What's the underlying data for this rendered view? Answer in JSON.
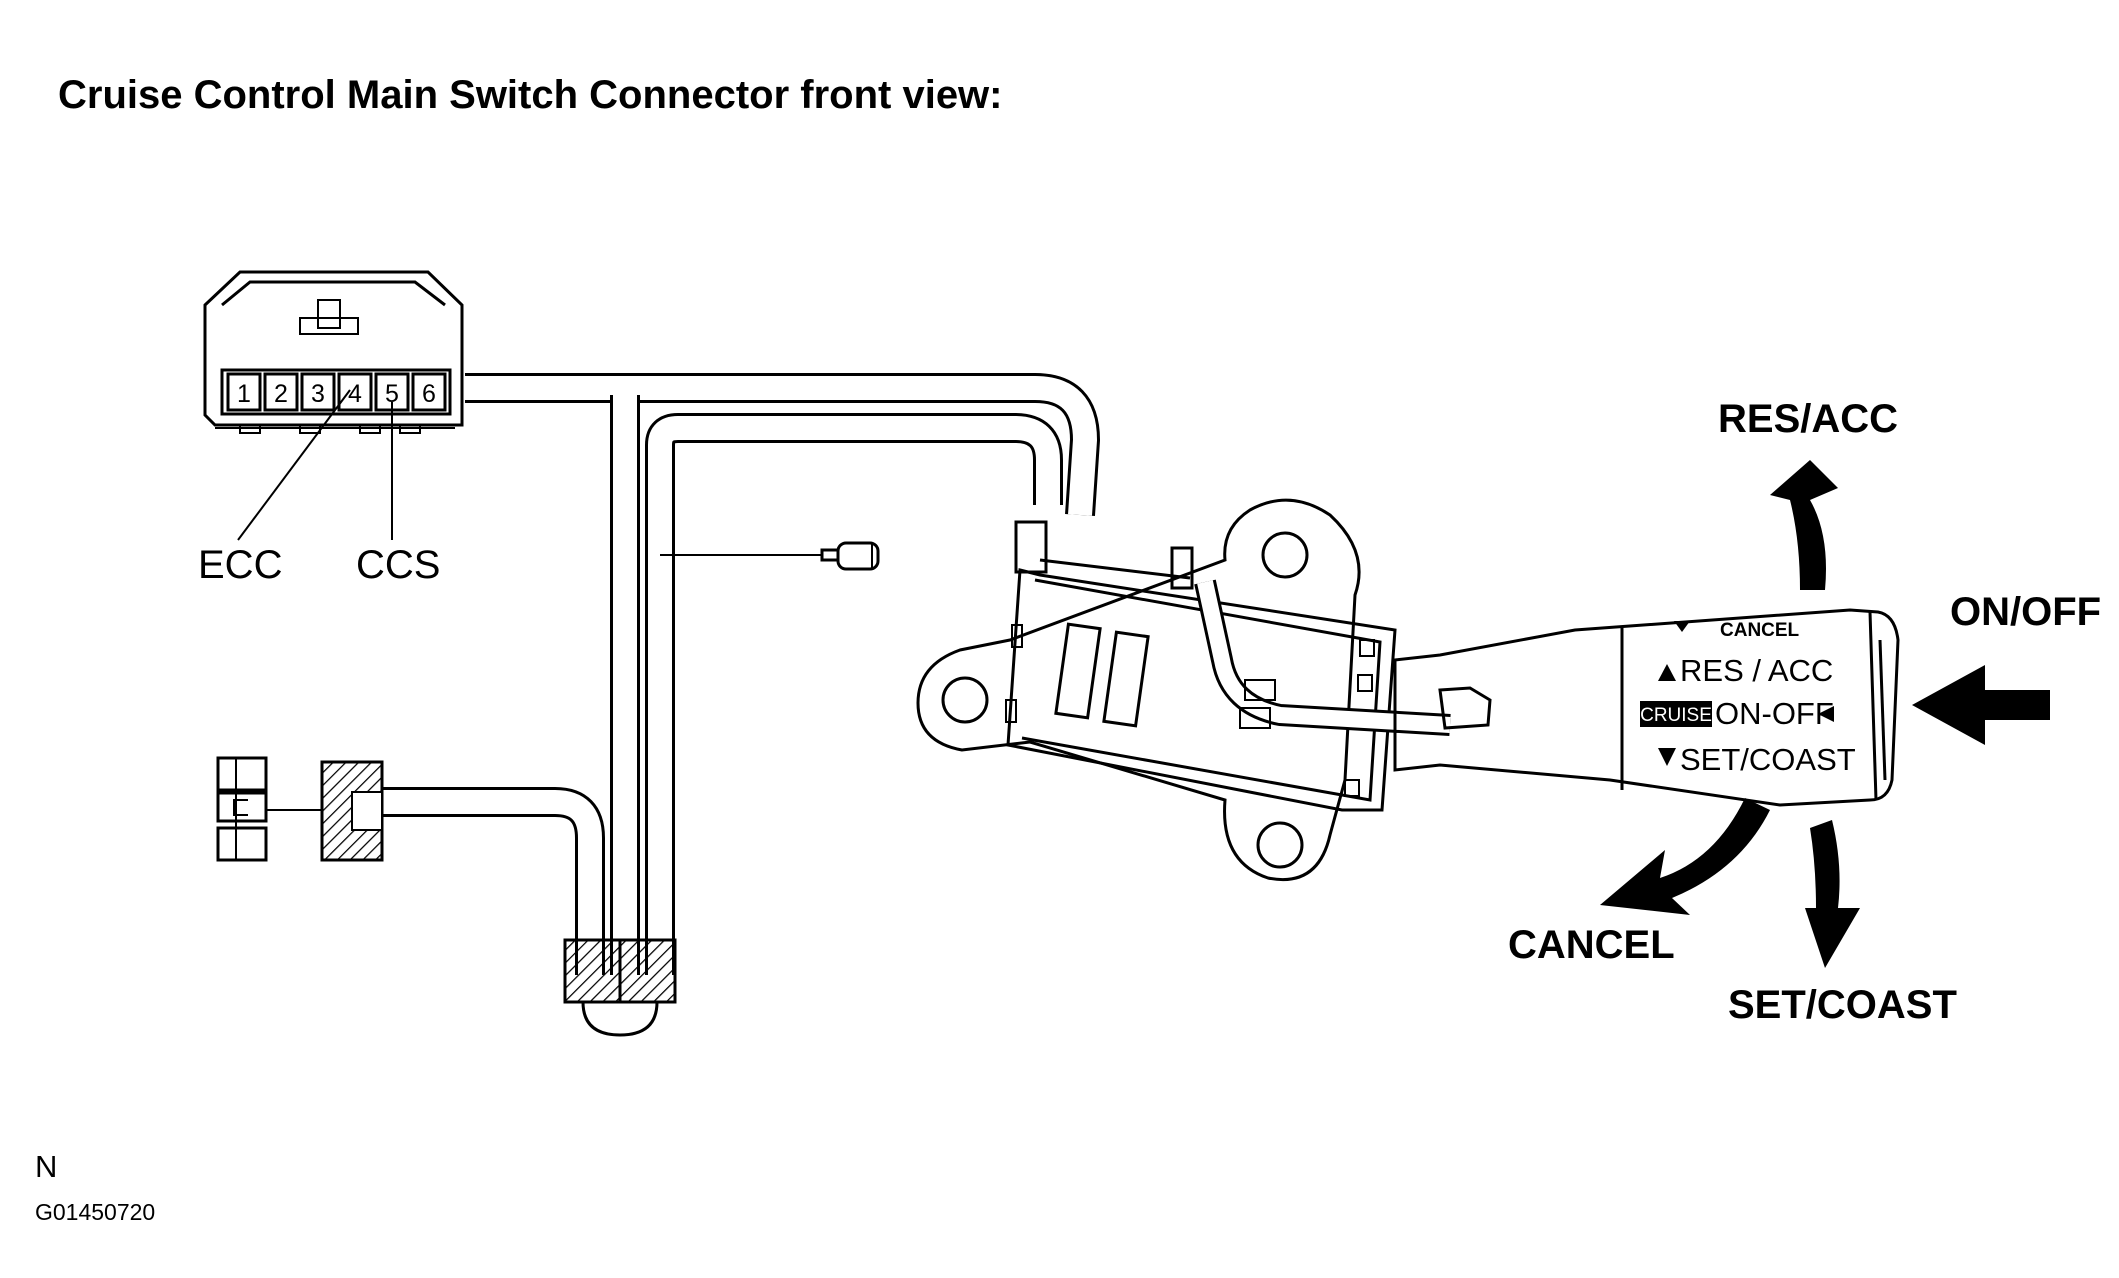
{
  "title": "Cruise Control Main Switch Connector front view:",
  "connector": {
    "pins": [
      "1",
      "2",
      "3",
      "4",
      "5",
      "6"
    ],
    "callouts": [
      "ECC",
      "CCS"
    ]
  },
  "lever": {
    "cancel_mark": "CANCEL",
    "res_acc": "RES / ACC",
    "cruise_badge": "CRUISE",
    "on_off": "ON-OFF",
    "set_coast": "SET/COAST"
  },
  "arrows": {
    "res_acc": "RES/ACC",
    "on_off": "ON/OFF",
    "cancel": "CANCEL",
    "set_coast": "SET/COAST"
  },
  "footer": {
    "note": "N",
    "figure_id": "G01450720"
  },
  "colors": {
    "line": "#000000",
    "background": "#ffffff"
  }
}
